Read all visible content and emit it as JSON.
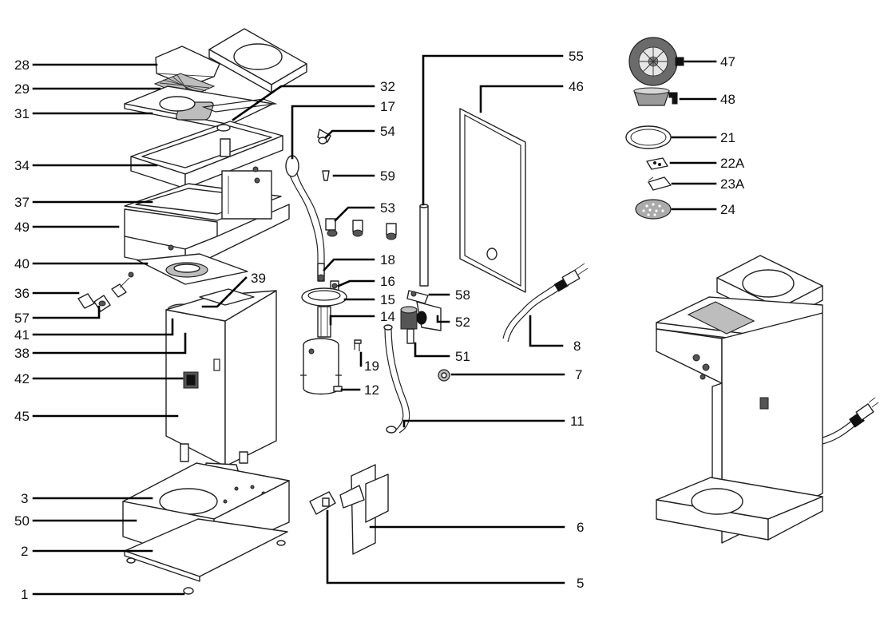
{
  "labels": {
    "p28": "28",
    "p29": "29",
    "p31": "31",
    "p34": "34",
    "p37": "37",
    "p49": "49",
    "p40": "40",
    "p36": "36",
    "p57": "57",
    "p41": "41",
    "p38": "38",
    "p42": "42",
    "p45": "45",
    "p3": "3",
    "p50": "50",
    "p2": "2",
    "p1": "1",
    "p32": "32",
    "p17": "17",
    "p54": "54",
    "p59": "59",
    "p53": "53",
    "p18": "18",
    "p16": "16",
    "p15": "15",
    "p14": "14",
    "p19": "19",
    "p12": "12",
    "p39": "39",
    "p55": "55",
    "p46": "46",
    "p58": "58",
    "p52": "52",
    "p51": "51",
    "p8": "8",
    "p7": "7",
    "p11": "11",
    "p6": "6",
    "p5": "5",
    "p47": "47",
    "p48": "48",
    "p21": "21",
    "p22A": "22A",
    "p23A": "23A",
    "p24": "24"
  },
  "colors": {
    "line": "#000000",
    "shade": "#bdbdbd",
    "background": "#ffffff"
  }
}
